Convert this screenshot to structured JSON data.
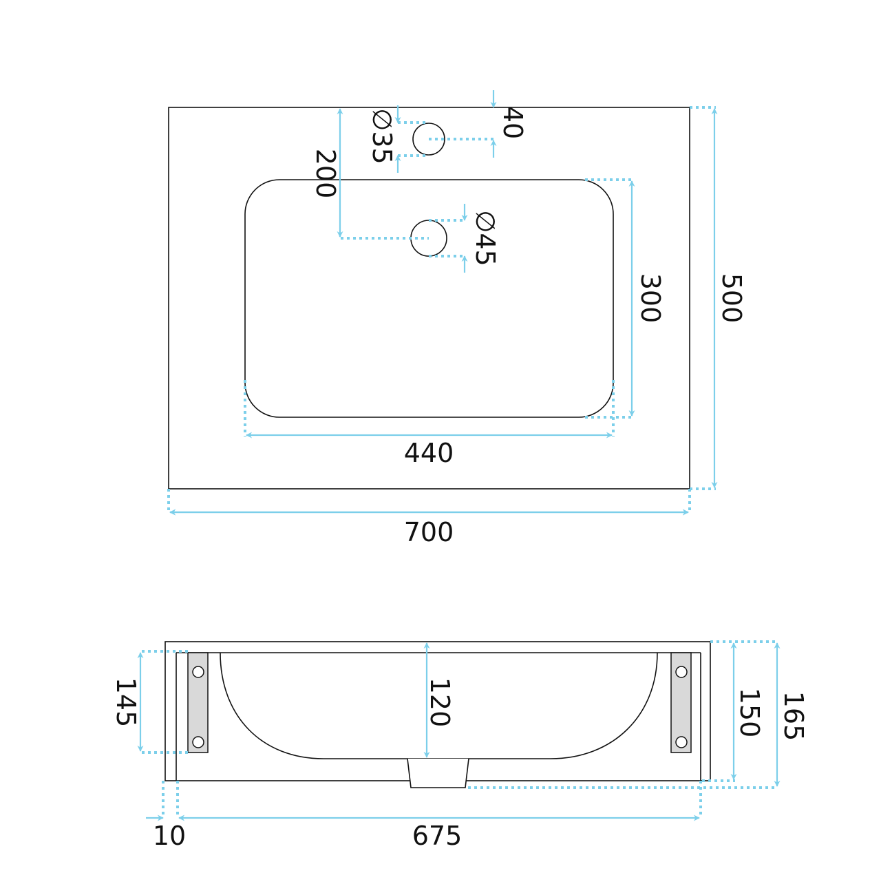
{
  "top_view": {
    "width": "700",
    "depth": "500",
    "basin_width": "440",
    "basin_depth": "300",
    "drain_offset": "200",
    "drain_diameter": "∅45",
    "tap_hole_diameter": "∅35",
    "tap_hole_offset": "40"
  },
  "side_view": {
    "total_height": "165",
    "body_height": "150",
    "bracket_height": "145",
    "basin_depth": "120",
    "overhang": "10",
    "length": "675"
  },
  "colors": {
    "dimension": "#7ccfea",
    "outline": "#111111",
    "bracket": "#d9d9d9"
  }
}
